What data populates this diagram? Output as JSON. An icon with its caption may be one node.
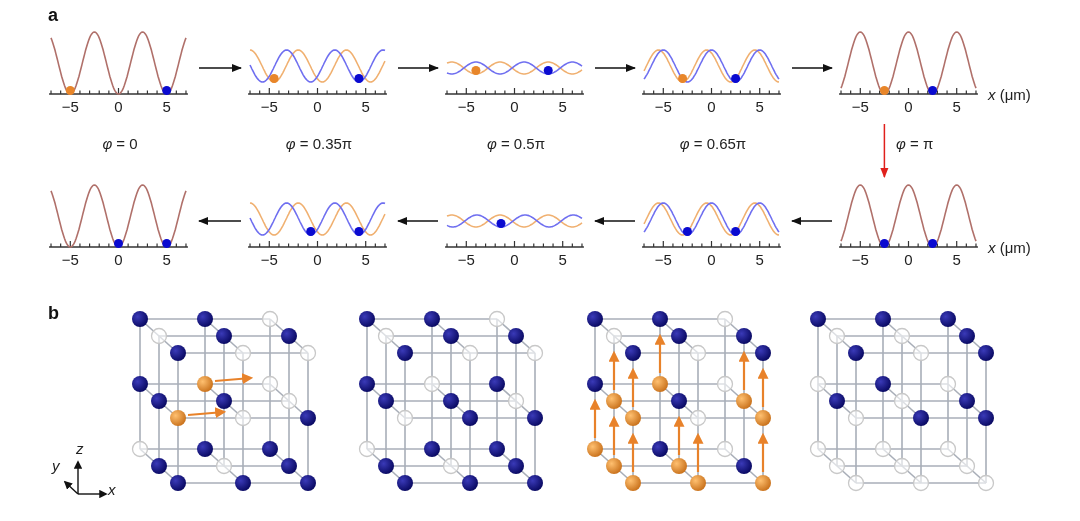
{
  "diagram": {
    "nodes": [
      {
        "text": [
          "−5",
          "0",
          "5"
        ],
        "beside": [
          "*φ* = 0"
        ]
      },
      {
        "text": [
          "−5",
          "0",
          "5"
        ],
        "beside": [
          "*φ* = 0.35π"
        ]
      },
      {
        "text": [
          "−5",
          "0",
          "5"
        ],
        "beside": [
          "*φ* = 0.5π"
        ]
      },
      {
        "text": [
          "−5",
          "0",
          "5"
        ],
        "beside": [
          "*φ* = 0.65π"
        ]
      },
      {
        "text": [
          "−5",
          "0",
          "5"
        ],
        "beside": [
          "*x* (μm)",
          "*φ* = π"
        ]
      },
      {
        "text": [
          "−5",
          "0",
          "5"
        ]
      },
      {
        "text": [
          "−5",
          "0",
          "5"
        ]
      },
      {
        "text": [
          "−5",
          "0",
          "5"
        ]
      },
      {
        "text": [
          "−5",
          "0",
          "5"
        ]
      },
      {
        "text": [
          "−5",
          "0",
          "5"
        ],
        "beside": [
          "*x* (μm)"
        ]
      },
      {
        "text": [],
        "shape": "picture"
      },
      {
        "text": [],
        "shape": "picture"
      },
      {
        "text": [],
        "shape": "picture"
      },
      {
        "text": [],
        "shape": "picture"
      }
    ],
    "edges": [
      {
        "from": 0,
        "to": 1,
        "arrow": "to"
      },
      {
        "from": 1,
        "to": 2,
        "arrow": "to"
      },
      {
        "from": 2,
        "to": 3,
        "arrow": "to"
      },
      {
        "from": 3,
        "to": 4,
        "arrow": "to"
      },
      {
        "from": 4,
        "to": 9,
        "arrow": "to",
        "color": "#e0201c"
      },
      {
        "from": 9,
        "to": 8,
        "arrow": "to"
      },
      {
        "from": 8,
        "to": 7,
        "arrow": "to"
      },
      {
        "from": 7,
        "to": 6,
        "arrow": "to"
      },
      {
        "from": 6,
        "to": 5,
        "arrow": "to"
      }
    ],
    "labels": [
      "a",
      "b",
      "z",
      "y",
      "x"
    ]
  }
}
